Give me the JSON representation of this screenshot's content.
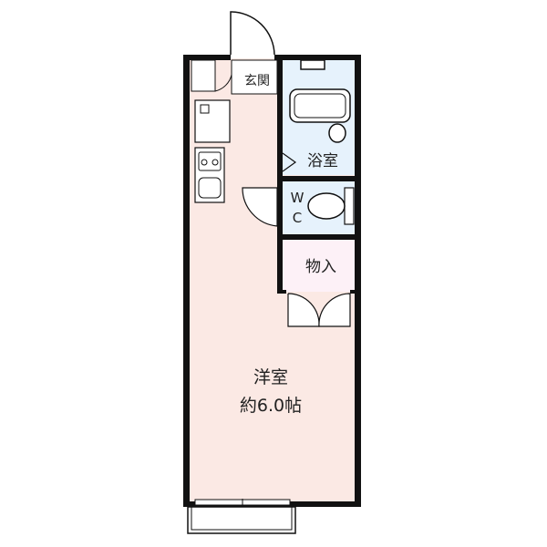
{
  "floorplan": {
    "rooms": {
      "entrance": {
        "label": "玄関"
      },
      "bathroom": {
        "label": "浴室"
      },
      "toilet": {
        "label_line1": "W",
        "label_line2": "C"
      },
      "storage": {
        "label": "物入"
      },
      "western_room": {
        "label": "洋室",
        "size_label": "約6.0帖"
      }
    },
    "colors": {
      "floor": "#fbe9e4",
      "wet_area": "#e6f2fc",
      "storage": "#fdf1f7",
      "wall": "#111111"
    }
  }
}
